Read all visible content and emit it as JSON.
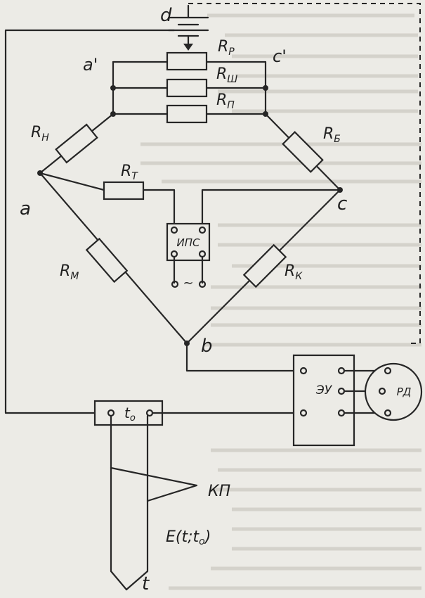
{
  "labels": {
    "d": "d",
    "a_prime": "a'",
    "c_prime": "c'",
    "a": "a",
    "b": "b",
    "c": "c",
    "t0": "t",
    "t0_sub": "o",
    "E": "E(t;",
    "E_t0": "t",
    "E_sub": "o",
    "E_end": ")",
    "t": "t",
    "KP": "КП",
    "EU": "ЭУ",
    "RD": "РД",
    "IPS": "ИПС",
    "ac": "~"
  },
  "resistors": {
    "Rp": "R",
    "Rp_sub": "P",
    "Rsh": "R",
    "Rsh_sub": "Ш",
    "Rn_top": "R",
    "Rn_top_sub": "П",
    "RH": "R",
    "RH_sub": "Н",
    "RB": "R",
    "RB_sub": "Б",
    "RT": "R",
    "RT_sub": "Т",
    "RM": "R",
    "RM_sub": "М",
    "RK": "R",
    "RK_sub": "К"
  }
}
